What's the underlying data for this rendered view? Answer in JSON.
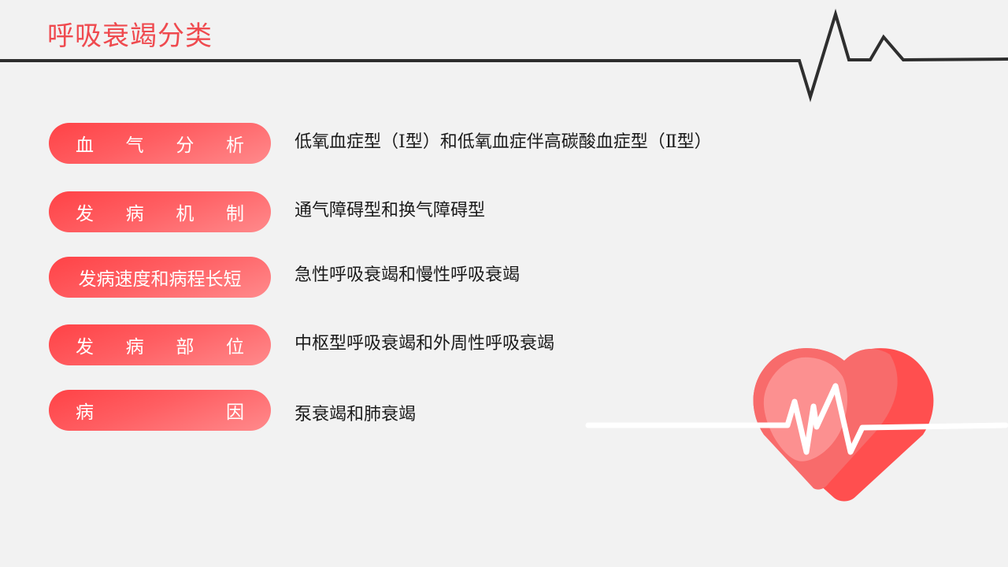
{
  "title": "呼吸衰竭分类",
  "colors": {
    "accent": "#ef4a4f",
    "pill_start": "#ff4246",
    "pill_end": "#ff8a8c",
    "line": "#2e2e2e",
    "background": "#f2f2f2"
  },
  "rows": [
    {
      "label_chars": [
        "血",
        "气",
        "分",
        "析"
      ],
      "description": "低氧血症型（Ⅰ型）和低氧血症伴高碳酸血症型（Ⅱ型）"
    },
    {
      "label_chars": [
        "发",
        "病",
        "机",
        "制"
      ],
      "description": "通气障碍型和换气障碍型"
    },
    {
      "label": "发病速度和病程长短",
      "description": "急性呼吸衰竭和慢性呼吸衰竭"
    },
    {
      "label_chars": [
        "发",
        "病",
        "部",
        "位"
      ],
      "description": "中枢型呼吸衰竭和外周性呼吸衰竭"
    },
    {
      "label_chars": [
        "病",
        "因"
      ],
      "description": "泵衰竭和肺衰竭"
    }
  ],
  "icons": {
    "top_line": "ecg-heartbeat-line-icon",
    "illustration": "heart-with-ecg-icon"
  }
}
